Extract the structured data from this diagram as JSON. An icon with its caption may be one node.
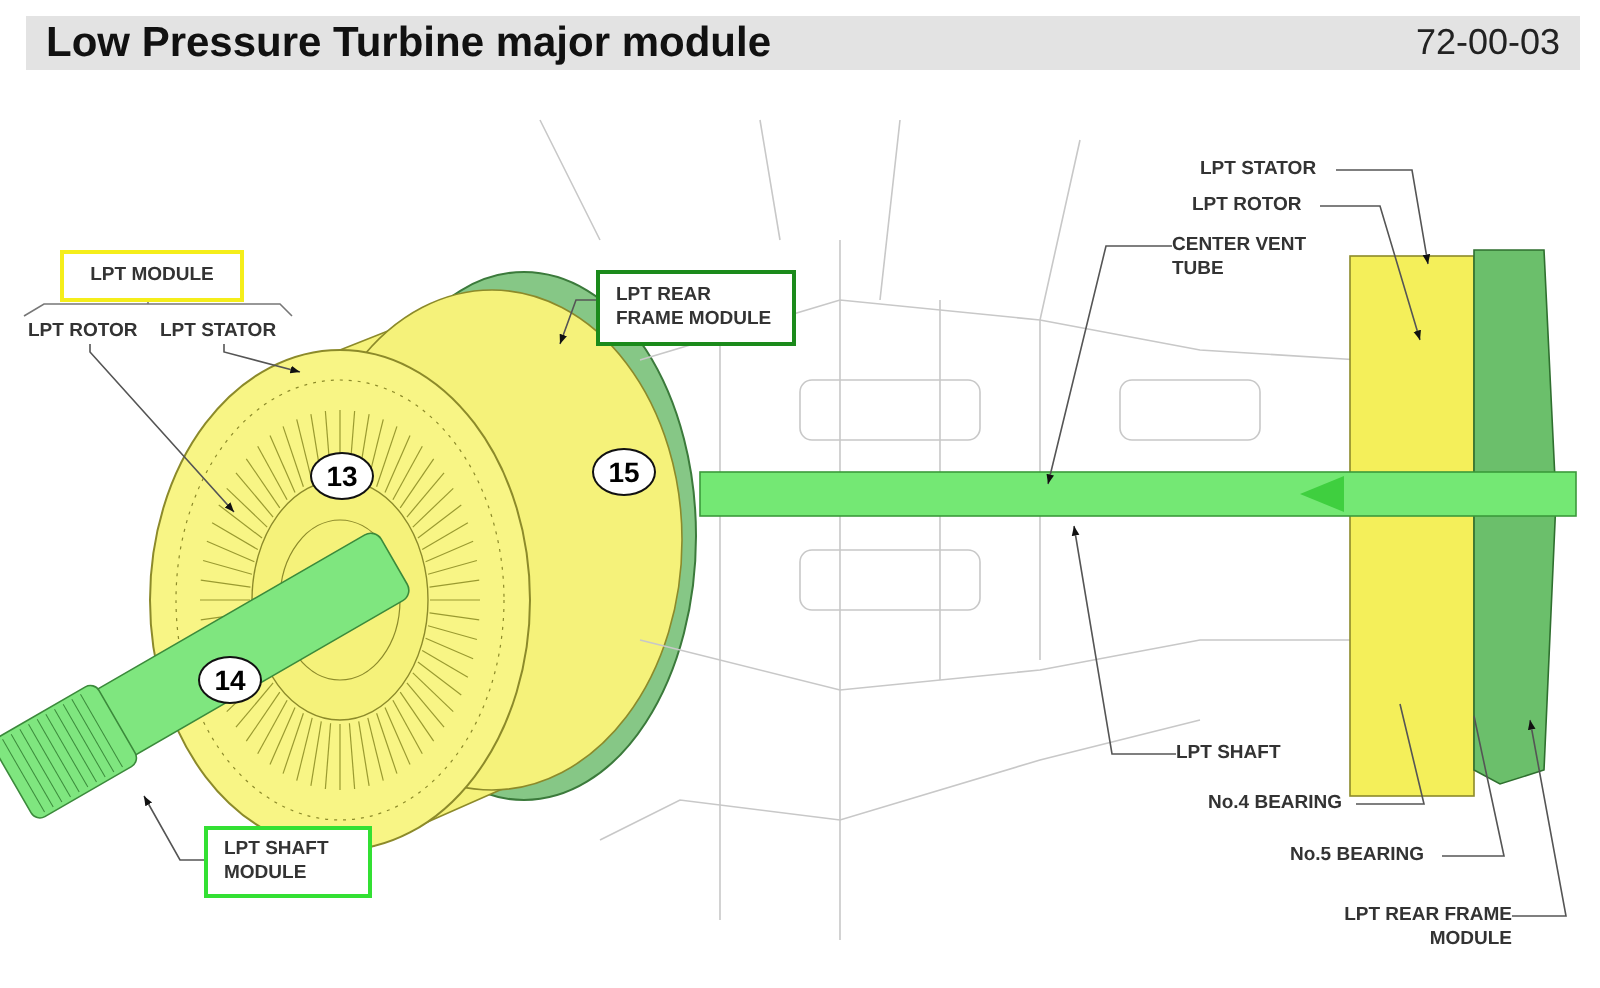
{
  "diagram": {
    "title": "Low Pressure Turbine major module",
    "nodes": [
      {
        "text": [
          "LPT MODULE"
        ]
      },
      {
        "text": [
          "LPT ROTOR"
        ]
      },
      {
        "text": [
          "LPT STATOR"
        ]
      },
      {
        "text": [
          "LPT REAR FRAME MODULE"
        ]
      },
      {
        "text": [
          "LPT SHAFT MODULE"
        ]
      },
      {
        "text": [
          "13"
        ]
      },
      {
        "text": [
          "15"
        ]
      },
      {
        "text": [
          "14"
        ]
      },
      {
        "text": [
          "LPT STATOR"
        ]
      },
      {
        "text": [
          "LPT ROTOR"
        ]
      },
      {
        "text": [
          "CENTER VENT TUBE"
        ]
      },
      {
        "text": [
          "LPT SHAFT"
        ]
      },
      {
        "text": [
          "No.4 BEARING"
        ]
      },
      {
        "text": [
          "No.5 BEARING"
        ]
      },
      {
        "text": [
          "LPT REAR FRAME MODULE"
        ]
      }
    ],
    "edges": [
      {
        "from": 1,
        "to": null,
        "arrow": "to"
      },
      {
        "from": 2,
        "to": null,
        "arrow": "to"
      },
      {
        "from": 3,
        "to": null,
        "arrow": "to"
      },
      {
        "from": 4,
        "to": null,
        "arrow": "to"
      },
      {
        "from": 8,
        "to": null,
        "arrow": "to"
      },
      {
        "from": 9,
        "to": null,
        "arrow": "to"
      },
      {
        "from": 10,
        "to": null,
        "arrow": "to"
      },
      {
        "from": 11,
        "to": null,
        "arrow": "to"
      },
      {
        "from": 12,
        "to": null,
        "arrow": "none"
      },
      {
        "from": 13,
        "to": null,
        "arrow": "none"
      },
      {
        "from": 14,
        "to": null,
        "arrow": "to"
      }
    ],
    "labels": [
      "72-00-03"
    ]
  }
}
